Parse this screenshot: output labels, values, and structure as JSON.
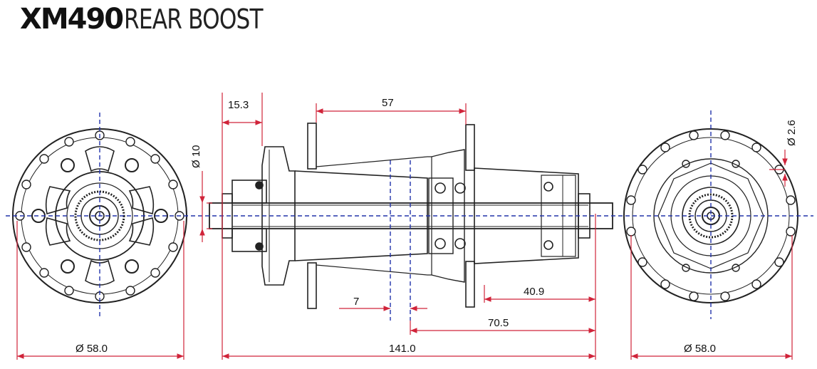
{
  "title": {
    "model": "XM490",
    "subtitle": "REAR BOOST"
  },
  "dimensions": {
    "flange_offset": "15.3",
    "flange_spacing": "57",
    "axle_bore": "Ø 10",
    "spoke_hole": "Ø 2.6",
    "center_offset": "7",
    "drive_flange_to_end": "40.9",
    "center_to_end": "70.5",
    "overall_width": "141.0",
    "left_flange_diameter": "Ø 58.0",
    "right_flange_diameter": "Ø 58.0"
  },
  "colors": {
    "dimension_line": "#d0243a",
    "centerline": "#2233aa",
    "outline": "#222222"
  }
}
